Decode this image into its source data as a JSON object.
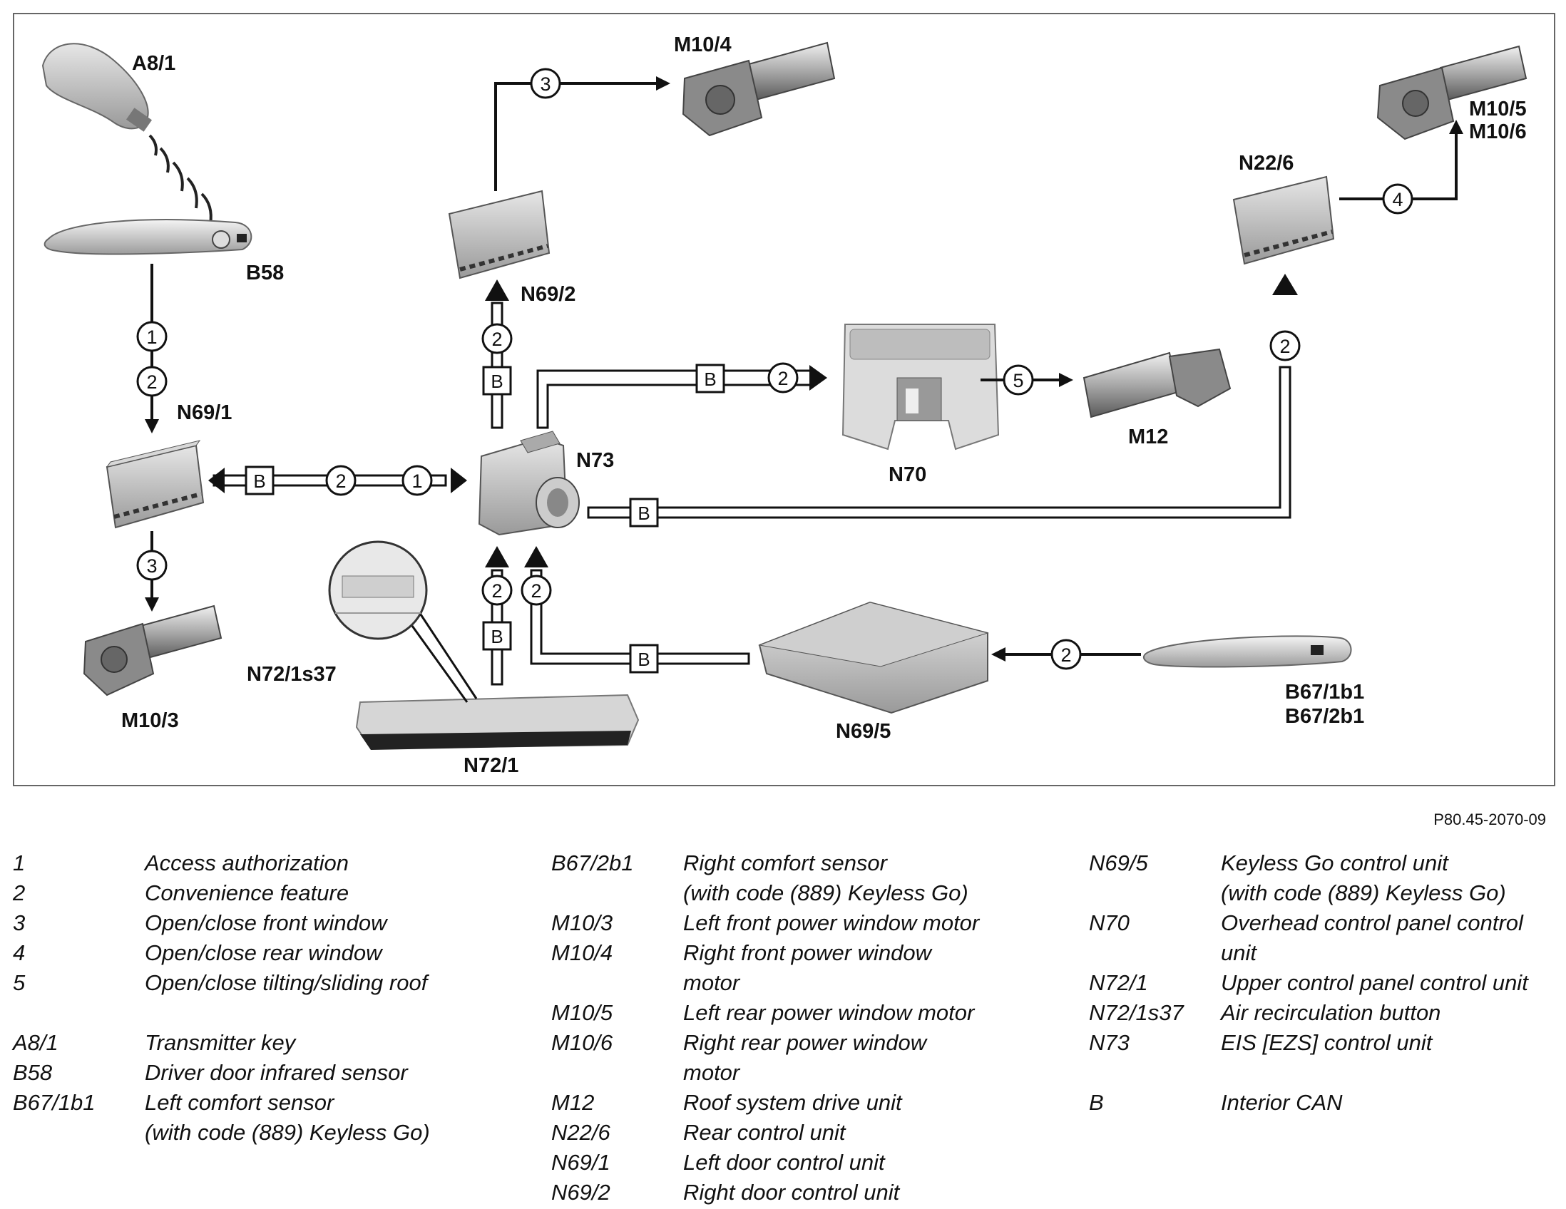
{
  "figure_id": "P80.45-2070-09",
  "components": {
    "a8_1": "A8/1",
    "b58": "B58",
    "n69_1": "N69/1",
    "m10_3": "M10/3",
    "n69_2": "N69/2",
    "m10_4": "M10/4",
    "n73": "N73",
    "n70": "N70",
    "m12": "M12",
    "n22_6": "N22/6",
    "m10_5": "M10/5",
    "m10_6": "M10/6",
    "n72_1s37": "N72/1s37",
    "n72_1": "N72/1",
    "n69_5": "N69/5",
    "b67_1b1": "B67/1b1",
    "b67_2b1": "B67/2b1"
  },
  "markers": {
    "function_1": "1",
    "function_2": "2",
    "function_3": "3",
    "function_4": "4",
    "function_5": "5",
    "bus_b": "B"
  },
  "legend": {
    "col1": [
      {
        "key": "1",
        "desc": "Access authorization"
      },
      {
        "key": "2",
        "desc": "Convenience feature"
      },
      {
        "key": "3",
        "desc": "Open/close front window"
      },
      {
        "key": "4",
        "desc": "Open/close rear window"
      },
      {
        "key": "5",
        "desc": "Open/close tilting/sliding roof"
      },
      {
        "key": "A8/1",
        "desc": "Transmitter key"
      },
      {
        "key": "B58",
        "desc": "Driver door infrared sensor"
      },
      {
        "key": "B67/1b1",
        "desc": "Left comfort sensor"
      },
      {
        "key": "",
        "desc": "(with code (889) Keyless Go)"
      }
    ],
    "col2": [
      {
        "key": "B67/2b1",
        "desc": "Right comfort sensor"
      },
      {
        "key": "",
        "desc": "(with code (889) Keyless Go)"
      },
      {
        "key": "M10/3",
        "desc": "Left front power window motor"
      },
      {
        "key": "M10/4",
        "desc": "Right front power window"
      },
      {
        "key": "",
        "desc": "motor"
      },
      {
        "key": "M10/5",
        "desc": "Left rear power window motor"
      },
      {
        "key": "M10/6",
        "desc": "Right rear power window"
      },
      {
        "key": "",
        "desc": "motor"
      },
      {
        "key": "M12",
        "desc": "Roof system drive unit"
      },
      {
        "key": "N22/6",
        "desc": "Rear control unit"
      },
      {
        "key": "N69/1",
        "desc": "Left door control unit"
      },
      {
        "key": "N69/2",
        "desc": "Right door control unit"
      }
    ],
    "col3": [
      {
        "key": "N69/5",
        "desc": "Keyless Go control unit"
      },
      {
        "key": "",
        "desc": "(with code (889) Keyless Go)"
      },
      {
        "key": "N70",
        "desc": "Overhead control panel control"
      },
      {
        "key": "",
        "desc": "unit"
      },
      {
        "key": "N72/1",
        "desc": "Upper control panel control unit"
      },
      {
        "key": "N72/1s37",
        "desc": "Air recirculation button"
      },
      {
        "key": "N73",
        "desc": "EIS [EZS] control unit"
      },
      {
        "key": "B",
        "desc": "Interior CAN"
      }
    ]
  }
}
